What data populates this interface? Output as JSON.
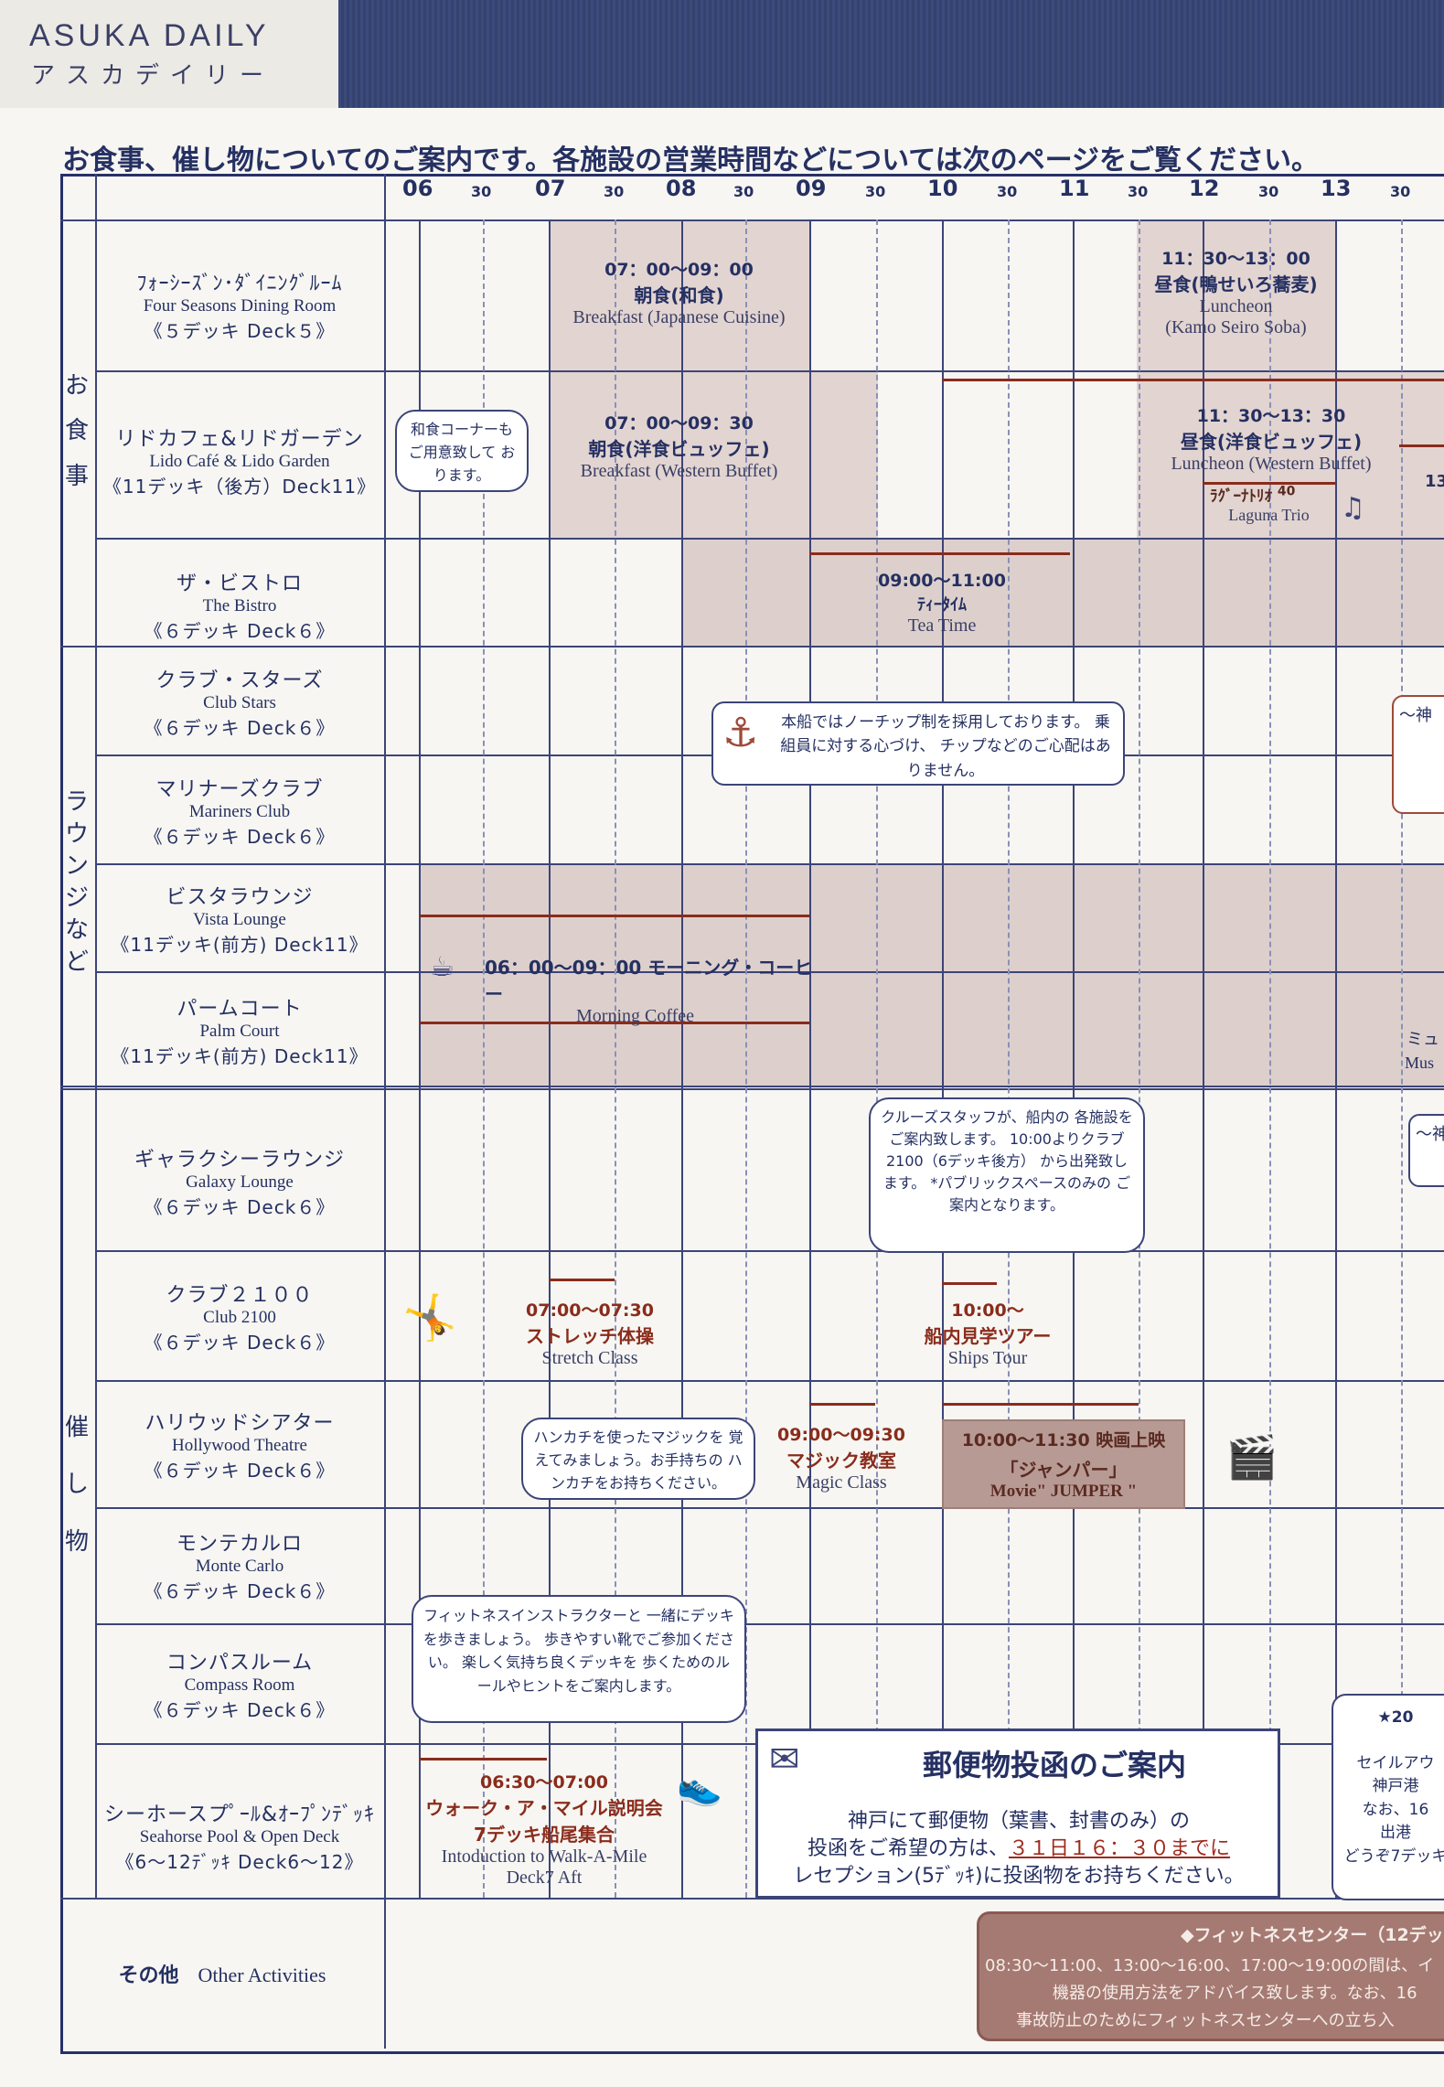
{
  "header": {
    "logo_en": "ASUKA DAILY",
    "logo_jp": "アスカデイリー"
  },
  "intro": "お食事、催し物についてのご案内です。各施設の営業時間などについては次のページをご覧ください。",
  "timeline": {
    "hours": [
      "06",
      "07",
      "08",
      "09",
      "10",
      "11",
      "12",
      "13"
    ],
    "half": "30"
  },
  "categories": {
    "meals": "お食事",
    "lounges": "ラウンジなど",
    "events": "催し物"
  },
  "venues": [
    {
      "jp": "ﾌｫｰｼｰｽﾞﾝ･ﾀﾞｲﾆﾝｸﾞﾙｰﾑ",
      "en": "Four Seasons Dining Room",
      "deck": "《５デッキ Deck５》"
    },
    {
      "jp": "リドカフェ&リドガーデン",
      "en": "Lido Café & Lido Garden",
      "deck": "《11デッキ（後方）Deck11》"
    },
    {
      "jp": "ザ・ビストロ",
      "en": "The Bistro",
      "deck": "《６デッキ Deck６》"
    },
    {
      "jp": "クラブ・スターズ",
      "en": "Club Stars",
      "deck": "《６デッキ Deck６》"
    },
    {
      "jp": "マリナーズクラブ",
      "en": "Mariners Club",
      "deck": "《６デッキ Deck６》"
    },
    {
      "jp": "ビスタラウンジ",
      "en": "Vista Lounge",
      "deck": "《11デッキ(前方) Deck11》"
    },
    {
      "jp": "パームコート",
      "en": "Palm Court",
      "deck": "《11デッキ(前方) Deck11》"
    },
    {
      "jp": "ギャラクシーラウンジ",
      "en": "Galaxy Lounge",
      "deck": "《６デッキ Deck６》"
    },
    {
      "jp": "クラブ２１００",
      "en": "Club 2100",
      "deck": "《６デッキ Deck６》"
    },
    {
      "jp": "ハリウッドシアター",
      "en": "Hollywood Theatre",
      "deck": "《６デッキ Deck６》"
    },
    {
      "jp": "モンテカルロ",
      "en": "Monte Carlo",
      "deck": "《６デッキ Deck６》"
    },
    {
      "jp": "コンパスルーム",
      "en": "Compass Room",
      "deck": "《６デッキ Deck６》"
    },
    {
      "jp": "シーホースプﾟｰﾙ&ｵｰﾌﾟﾝﾃﾞｯｷ",
      "en": "Seahorse Pool & Open Deck",
      "deck": "《6～12ﾃﾞｯｷ Deck6～12》"
    }
  ],
  "other": {
    "jp": "その他",
    "en": "Other Activities"
  },
  "events": {
    "fs_breakfast": {
      "time": "07：00～09：00",
      "jp": "朝食(和食)",
      "en": "Breakfast (Japanese Cuisine)"
    },
    "fs_lunch": {
      "time": "11：30～13：00",
      "jp": "昼食(鴨せいろ蕎麦)",
      "en1": "Luncheon",
      "en2": "(Kamo Seiro Soba)"
    },
    "lido_note": "和食コーナーも ご用意致して おります。",
    "lido_breakfast": {
      "time": "07：00～09：30",
      "jp": "朝食(洋食ビュッフェ)",
      "en": "Breakfast (Western Buffet)"
    },
    "lido_lunch": {
      "time": "11：30～13：30",
      "jp": "昼食(洋食ビュッフェ)",
      "en": "Luncheon (Western Buffet)"
    },
    "laguna": {
      "jp": "ﾗｸﾞｰﾅﾄﾘｵ",
      "num": "40",
      "en": "Laguna Trio"
    },
    "lido_next": "13",
    "tea": {
      "time": "09:00～11:00",
      "jp": "ﾃｨｰﾀｲﾑ",
      "en": "Tea Time"
    },
    "tip": "本船ではノーチップ制を採用しております。 乗組員に対する心づけ、 チップなどのご心配はありません。",
    "coffee": {
      "time": "06：00～09：00 モーニング・コーヒー",
      "en": "Morning Coffee"
    },
    "palm_right1": "ミュ",
    "palm_right2": "Mus",
    "stars_right": "～神",
    "galaxy_right": "～神",
    "tour_note": "クルーズスタッフが、船内の 各施設をご案内致します。 10:00よりクラブ2100（6デッキ後方） から出発致します。 *パブリックスペースのみの ご案内となります。",
    "stretch": {
      "time": "07:00～07:30",
      "jp": "ストレッチ体操",
      "en": "Stretch Class"
    },
    "tour": {
      "time": "10:00～",
      "jp": "船内見学ツアー",
      "en": "Ships Tour"
    },
    "magic_note": "ハンカチを使ったマジックを 覚えてみましょう。お手持ちの ハンカチをお持ちください。",
    "magic": {
      "time": "09:00～09:30",
      "jp": "マジック教室",
      "en": "Magic Class"
    },
    "movie": {
      "time": "10:00～11:30 映画上映",
      "jp": "「ジャンパー」",
      "en": "Movie\" JUMPER \""
    },
    "walk_note": "フィットネスインストラクターと 一緒にデッキを歩きましょう。 歩きやすい靴でご参加ください。 楽しく気持ち良くデッキを 歩くためのルールやヒントをご案内します。",
    "walk": {
      "time": "06:30～07:00",
      "jp1": "ウォーク・ア・マイル説明会",
      "jp2": "7デッキ船尾集合",
      "en1": "Intoduction to Walk-A-Mile",
      "en2": "Deck7 Aft"
    }
  },
  "mail": {
    "title": "郵便物投函のご案内",
    "line1": "神戸にて郵便物（葉書、封書のみ）の",
    "line2a": "投函をご希望の方は、",
    "line2b": "３１日１６：３０までに",
    "line3": "レセプション(5ﾃﾞｯｷ)に投函物をお持ちください。"
  },
  "right_box": [
    "★20",
    "セイルアウ",
    "神戸港",
    "なお、16",
    "出港",
    "どうぞ7デッキ"
  ],
  "fitness": {
    "title": "◆フィットネスセンター（12デッ",
    "line1": "08:30～11:00、13:00～16:00、17:00～19:00の間は、イ",
    "line2": "機器の使用方法をアドバイス致します。なお、16",
    "line3": "事故防止のためにフィットネスセンターへの立ち入"
  }
}
